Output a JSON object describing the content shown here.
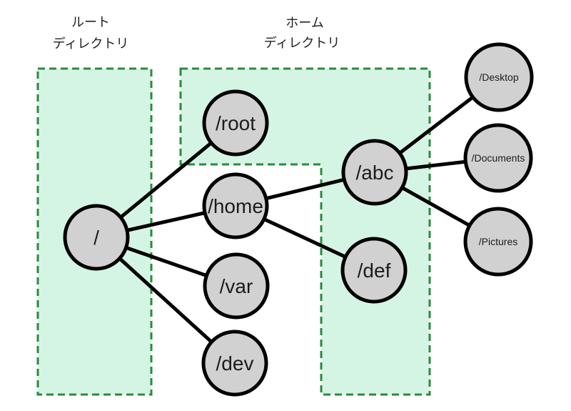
{
  "diagram": {
    "title_implicit": "Linux filesystem directory tree",
    "regions": [
      {
        "id": "root-directory",
        "label_line1": "ルート",
        "label_line2": "ディレクトリ"
      },
      {
        "id": "home-directory",
        "label_line1": "ホーム",
        "label_line2": "ディレクトリ"
      }
    ],
    "nodes": {
      "root": "/",
      "slashroot": "/root",
      "home": "/home",
      "var": "/var",
      "dev": "/dev",
      "abc": "/abc",
      "def": "/def",
      "desktop": "/Desktop",
      "documents": "/Documents",
      "pictures": "/Pictures"
    },
    "edges": [
      [
        "/",
        "/root"
      ],
      [
        "/",
        "/home"
      ],
      [
        "/",
        "/var"
      ],
      [
        "/",
        "/dev"
      ],
      [
        "/home",
        "/abc"
      ],
      [
        "/home",
        "/def"
      ],
      [
        "/abc",
        "/Desktop"
      ],
      [
        "/abc",
        "/Documents"
      ],
      [
        "/abc",
        "/Pictures"
      ]
    ],
    "colors": {
      "region_fill": "#d5f5e4",
      "region_border": "#2b8a3e",
      "node_fill": "#d2d1d2",
      "node_border": "#000000",
      "edge": "#000000"
    }
  }
}
